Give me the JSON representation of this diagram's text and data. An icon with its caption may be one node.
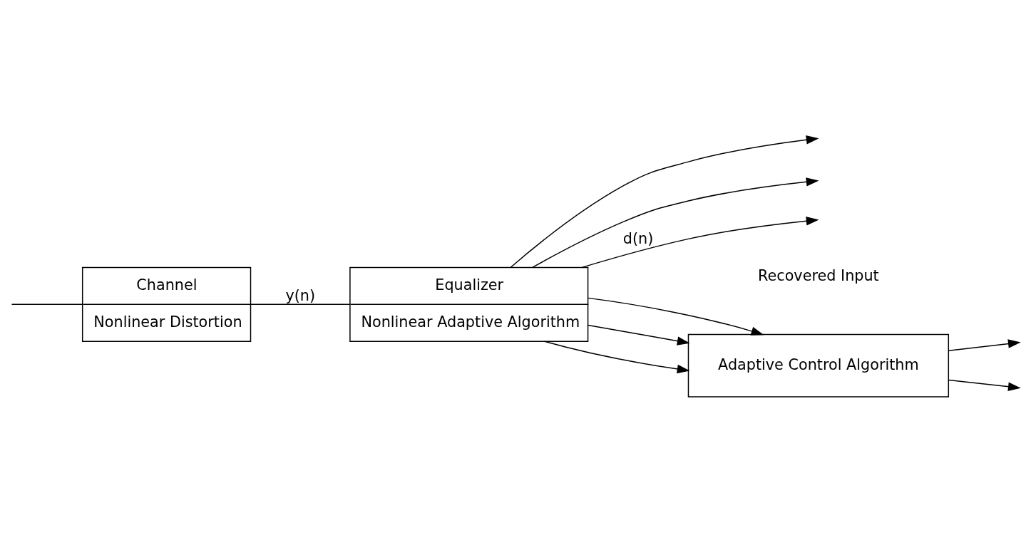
{
  "diagram": {
    "nodes": [
      {
        "text": [
          "Channel",
          "Nonlinear Distortion"
        ]
      },
      {
        "text": [
          "Equalizer",
          "Nonlinear Adaptive Algorithm"
        ]
      },
      {
        "text": [
          "Adaptive Control Algorithm"
        ]
      }
    ],
    "edges": [
      {
        "from": null,
        "to": 0,
        "arrow": "none"
      },
      {
        "from": 0,
        "to": 1,
        "arrow": "none",
        "label": "y(n)"
      },
      {
        "from": 1,
        "to": null,
        "arrow": "to"
      },
      {
        "from": 1,
        "to": null,
        "arrow": "to"
      },
      {
        "from": 1,
        "to": null,
        "arrow": "to",
        "label": "d(n)"
      },
      {
        "from": 1,
        "to": 2,
        "arrow": "to"
      },
      {
        "from": 1,
        "to": 2,
        "arrow": "to"
      },
      {
        "from": 1,
        "to": 2,
        "arrow": "to"
      },
      {
        "from": 2,
        "to": null,
        "arrow": "to"
      },
      {
        "from": 2,
        "to": null,
        "arrow": "to"
      }
    ],
    "labels": [
      "Recovered Input"
    ]
  }
}
